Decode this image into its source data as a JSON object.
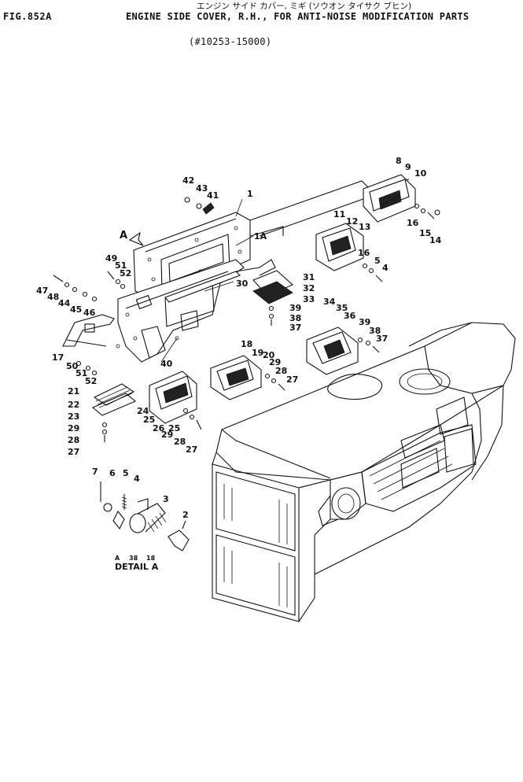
{
  "header": {
    "fig_id": "FIG.852A",
    "jp_title": "エンジン サイド カバー, ミギ (ソウオン タイサク ブヒン)",
    "title": "ENGINE SIDE COVER, R.H., FOR ANTI-NOISE MODIFICATION PARTS",
    "serial": "(#10253-15000)"
  },
  "detail": {
    "caption": "DETAIL A",
    "marker_a": "A",
    "marker_mid": "38",
    "marker_b": "18",
    "view_arrow": "A"
  },
  "callouts": [
    {
      "id": "c1",
      "label": "1"
    },
    {
      "id": "c1a",
      "label": "1A"
    },
    {
      "id": "c42",
      "label": "42"
    },
    {
      "id": "c43",
      "label": "43"
    },
    {
      "id": "c41",
      "label": "41"
    },
    {
      "id": "c8",
      "label": "8"
    },
    {
      "id": "c9a",
      "label": "9"
    },
    {
      "id": "c10",
      "label": "10"
    },
    {
      "id": "c16a",
      "label": "16"
    },
    {
      "id": "c15",
      "label": "15"
    },
    {
      "id": "c14",
      "label": "14"
    },
    {
      "id": "c11",
      "label": "11"
    },
    {
      "id": "c12",
      "label": "12"
    },
    {
      "id": "c13",
      "label": "13"
    },
    {
      "id": "c16b",
      "label": "16"
    },
    {
      "id": "c5a",
      "label": "5"
    },
    {
      "id": "c4a",
      "label": "4"
    },
    {
      "id": "c49",
      "label": "49"
    },
    {
      "id": "c51a",
      "label": "51"
    },
    {
      "id": "c52a",
      "label": "52"
    },
    {
      "id": "c30",
      "label": "30"
    },
    {
      "id": "c31",
      "label": "31"
    },
    {
      "id": "c32",
      "label": "32"
    },
    {
      "id": "c33",
      "label": "33"
    },
    {
      "id": "c39a",
      "label": "39"
    },
    {
      "id": "c38a",
      "label": "38"
    },
    {
      "id": "c37a",
      "label": "37"
    },
    {
      "id": "c47",
      "label": "47"
    },
    {
      "id": "c48",
      "label": "48"
    },
    {
      "id": "c44",
      "label": "44"
    },
    {
      "id": "c45",
      "label": "45"
    },
    {
      "id": "c46",
      "label": "46"
    },
    {
      "id": "c34",
      "label": "34"
    },
    {
      "id": "c35",
      "label": "35"
    },
    {
      "id": "c36",
      "label": "36"
    },
    {
      "id": "c39b",
      "label": "39"
    },
    {
      "id": "c38b",
      "label": "38"
    },
    {
      "id": "c37b",
      "label": "37"
    },
    {
      "id": "c17",
      "label": "17"
    },
    {
      "id": "c40",
      "label": "40"
    },
    {
      "id": "c50",
      "label": "50"
    },
    {
      "id": "c51b",
      "label": "51"
    },
    {
      "id": "c52b",
      "label": "52"
    },
    {
      "id": "c18",
      "label": "18"
    },
    {
      "id": "c19",
      "label": "19"
    },
    {
      "id": "c20",
      "label": "20"
    },
    {
      "id": "c29a",
      "label": "29"
    },
    {
      "id": "c28a",
      "label": "28"
    },
    {
      "id": "c27a",
      "label": "27"
    },
    {
      "id": "c21",
      "label": "21"
    },
    {
      "id": "c22",
      "label": "22"
    },
    {
      "id": "c23",
      "label": "23"
    },
    {
      "id": "c29b",
      "label": "29"
    },
    {
      "id": "c28b",
      "label": "28"
    },
    {
      "id": "c27b",
      "label": "27"
    },
    {
      "id": "c24",
      "label": "24"
    },
    {
      "id": "c25a",
      "label": "25"
    },
    {
      "id": "c26",
      "label": "26"
    },
    {
      "id": "c25b",
      "label": "25"
    },
    {
      "id": "c29c",
      "label": "29"
    },
    {
      "id": "c28c",
      "label": "28"
    },
    {
      "id": "c27c",
      "label": "27"
    },
    {
      "id": "c7",
      "label": "7"
    },
    {
      "id": "c6",
      "label": "6"
    },
    {
      "id": "c5b",
      "label": "5"
    },
    {
      "id": "c4b",
      "label": "4"
    },
    {
      "id": "c3",
      "label": "3"
    },
    {
      "id": "c2",
      "label": "2"
    }
  ]
}
